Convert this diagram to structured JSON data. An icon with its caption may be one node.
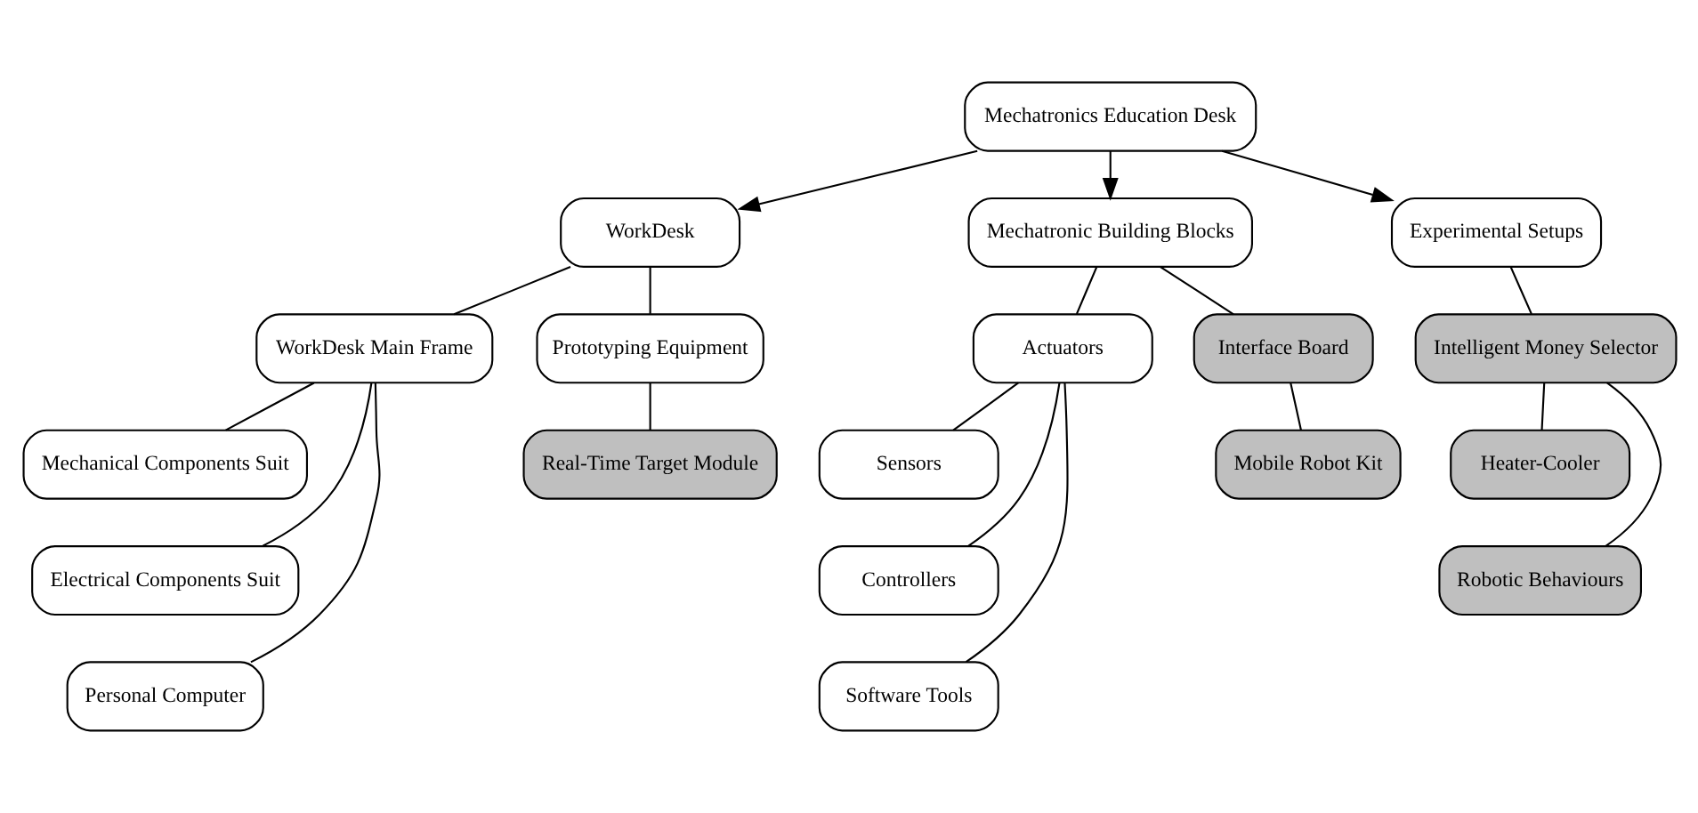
{
  "diagram": {
    "nodes": [
      {
        "text": [
          "Mechatronics Education Desk"
        ]
      },
      {
        "text": [
          "WorkDesk"
        ]
      },
      {
        "text": [
          "Mechatronic Building Blocks"
        ]
      },
      {
        "text": [
          "Experimental Setups"
        ]
      },
      {
        "text": [
          "WorkDesk Main Frame"
        ]
      },
      {
        "text": [
          "Prototyping Equipment"
        ]
      },
      {
        "text": [
          "Actuators"
        ]
      },
      {
        "text": [
          "Interface Board"
        ]
      },
      {
        "text": [
          "Intelligent Money Selector"
        ]
      },
      {
        "text": [
          "Mechanical Components Suit"
        ]
      },
      {
        "text": [
          "Real-Time Target Module"
        ]
      },
      {
        "text": [
          "Sensors"
        ]
      },
      {
        "text": [
          "Mobile Robot Kit"
        ]
      },
      {
        "text": [
          "Heater-Cooler"
        ]
      },
      {
        "text": [
          "Electrical Components Suit"
        ]
      },
      {
        "text": [
          "Controllers"
        ]
      },
      {
        "text": [
          "Robotic Behaviours"
        ]
      },
      {
        "text": [
          "Personal Computer"
        ]
      },
      {
        "text": [
          "Software Tools"
        ]
      }
    ],
    "edges": [
      {
        "from": 0,
        "to": 1,
        "arrow": "to"
      },
      {
        "from": 0,
        "to": 2,
        "arrow": "to"
      },
      {
        "from": 0,
        "to": 3,
        "arrow": "to"
      },
      {
        "from": 1,
        "to": 4,
        "arrow": "none"
      },
      {
        "from": 1,
        "to": 5,
        "arrow": "none"
      },
      {
        "from": 4,
        "to": 9,
        "arrow": "none"
      },
      {
        "from": 4,
        "to": 14,
        "arrow": "none"
      },
      {
        "from": 4,
        "to": 17,
        "arrow": "none"
      },
      {
        "from": 5,
        "to": 10,
        "arrow": "none"
      },
      {
        "from": 2,
        "to": 6,
        "arrow": "none"
      },
      {
        "from": 2,
        "to": 7,
        "arrow": "none"
      },
      {
        "from": 6,
        "to": 11,
        "arrow": "none"
      },
      {
        "from": 6,
        "to": 15,
        "arrow": "none"
      },
      {
        "from": 6,
        "to": 18,
        "arrow": "none"
      },
      {
        "from": 7,
        "to": 12,
        "arrow": "none"
      },
      {
        "from": 3,
        "to": 8,
        "arrow": "none"
      },
      {
        "from": 8,
        "to": 13,
        "arrow": "none"
      },
      {
        "from": 8,
        "to": 16,
        "arrow": "none"
      }
    ]
  }
}
